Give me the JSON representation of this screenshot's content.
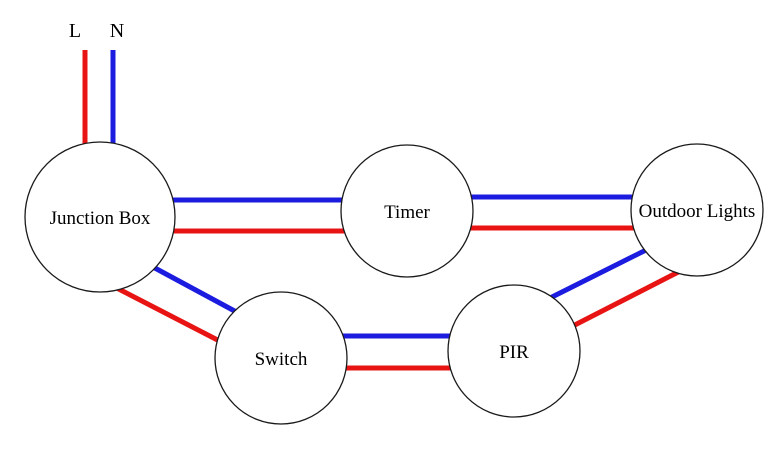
{
  "diagram": {
    "type": "wiring-diagram",
    "supply": {
      "live_label": "L",
      "neutral_label": "N"
    },
    "colors": {
      "live_wire": "#e81414",
      "neutral_wire": "#1c1ce0",
      "node_outline": "#1a1a1a",
      "node_fill": "#ffffff",
      "label_text": "#000000",
      "background": "#ffffff"
    },
    "nodes": {
      "junction_box": {
        "label": "Junction Box"
      },
      "timer": {
        "label": "Timer"
      },
      "outdoor_lights": {
        "label": "Outdoor Lights"
      },
      "switch": {
        "label": "Switch"
      },
      "pir": {
        "label": "PIR"
      }
    },
    "connections": [
      {
        "from": "Supply L",
        "to": "Junction Box",
        "wires": [
          "live"
        ]
      },
      {
        "from": "Supply N",
        "to": "Junction Box",
        "wires": [
          "neutral"
        ]
      },
      {
        "from": "Junction Box",
        "to": "Timer",
        "wires": [
          "neutral",
          "live"
        ]
      },
      {
        "from": "Timer",
        "to": "Outdoor Lights",
        "wires": [
          "neutral",
          "live"
        ]
      },
      {
        "from": "Junction Box",
        "to": "Switch",
        "wires": [
          "neutral",
          "live"
        ]
      },
      {
        "from": "Switch",
        "to": "PIR",
        "wires": [
          "neutral",
          "live"
        ]
      },
      {
        "from": "PIR",
        "to": "Outdoor Lights",
        "wires": [
          "neutral",
          "live"
        ]
      }
    ]
  }
}
